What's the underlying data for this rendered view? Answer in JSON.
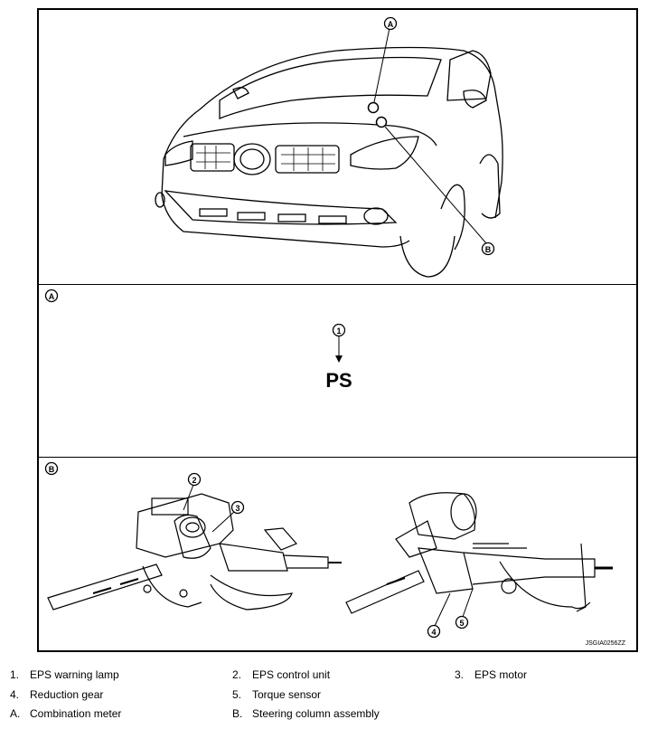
{
  "diagram": {
    "top_callouts": {
      "a": "A",
      "b": "B"
    },
    "panel_a": {
      "label": "A",
      "callout": "1",
      "indicator_text": "PS"
    },
    "panel_b": {
      "label": "B",
      "callouts": [
        "2",
        "3",
        "4",
        "5"
      ]
    },
    "code": "JSGIA0256ZZ"
  },
  "legend": [
    {
      "num": "1.",
      "text": "EPS warning lamp"
    },
    {
      "num": "2.",
      "text": "EPS control unit"
    },
    {
      "num": "3.",
      "text": "EPS motor"
    },
    {
      "num": "4.",
      "text": "Reduction gear"
    },
    {
      "num": "5.",
      "text": "Torque sensor"
    },
    {
      "num": "A.",
      "text": "Combination meter"
    },
    {
      "num": "B.",
      "text": "Steering column assembly"
    }
  ]
}
